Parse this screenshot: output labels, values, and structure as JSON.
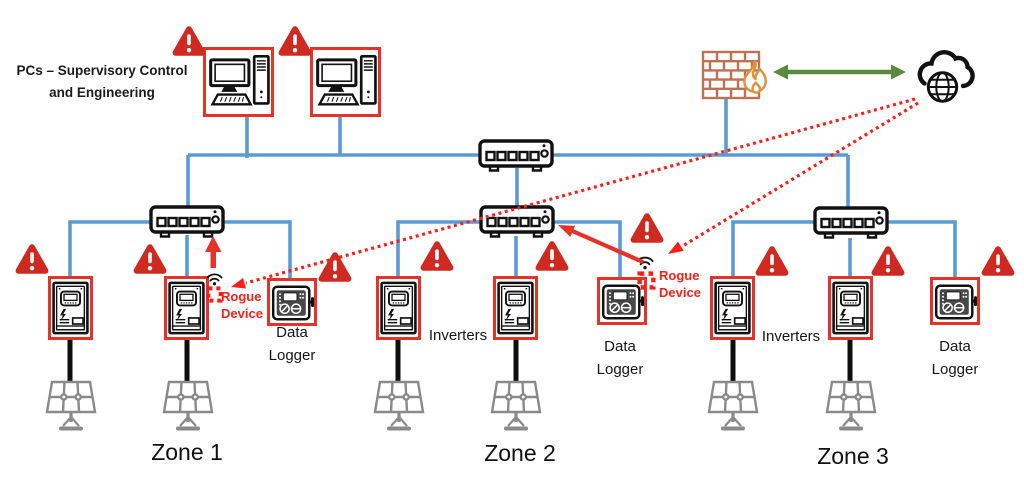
{
  "diagram": {
    "pcs_label_line1": "PCs – Supervisory Control",
    "pcs_label_line2": "and Engineering"
  },
  "zones": [
    {
      "name": "Zone 1",
      "data_logger": "Data Logger",
      "rogue_device": "Rogue Device"
    },
    {
      "name": "Zone 2",
      "inverters": "Inverters",
      "data_logger": "Data Logger",
      "rogue_device": "Rogue Device"
    },
    {
      "name": "Zone 3",
      "inverters": "Inverters",
      "data_logger": "Data Logger"
    }
  ],
  "colors": {
    "network_line_blue": "#5B9BD5",
    "alert_triangle_red": "#CE2A21",
    "device_box_red": "#E63329",
    "rogue_dotted_red": "#FA201A",
    "green_arrow": "#5C8A3C",
    "firewall_brick": "#BE7155",
    "firewall_flame": "#E2903B",
    "power_line_black": "#0D0D0D",
    "solar_panel_gray": "#8A8A8A"
  }
}
